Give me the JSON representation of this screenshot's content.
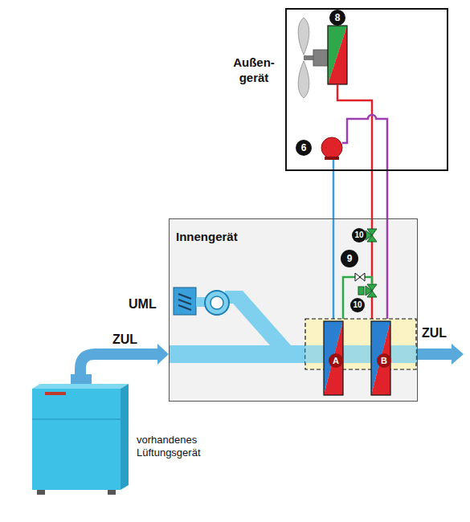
{
  "diagram": {
    "nodes": [
      {
        "text": [
          "Außen- gerät"
        ]
      },
      {
        "text": [
          "Innengerät"
        ]
      },
      {
        "text": [
          "vorhandenes Lüftungsgerät"
        ]
      }
    ],
    "edges": [
      {
        "from": 2,
        "to": 1,
        "arrow": "to"
      }
    ],
    "labels": [
      "8",
      "6",
      "10",
      "9",
      "10",
      "UML",
      "ZUL",
      "A",
      "B",
      "ZUL"
    ]
  }
}
